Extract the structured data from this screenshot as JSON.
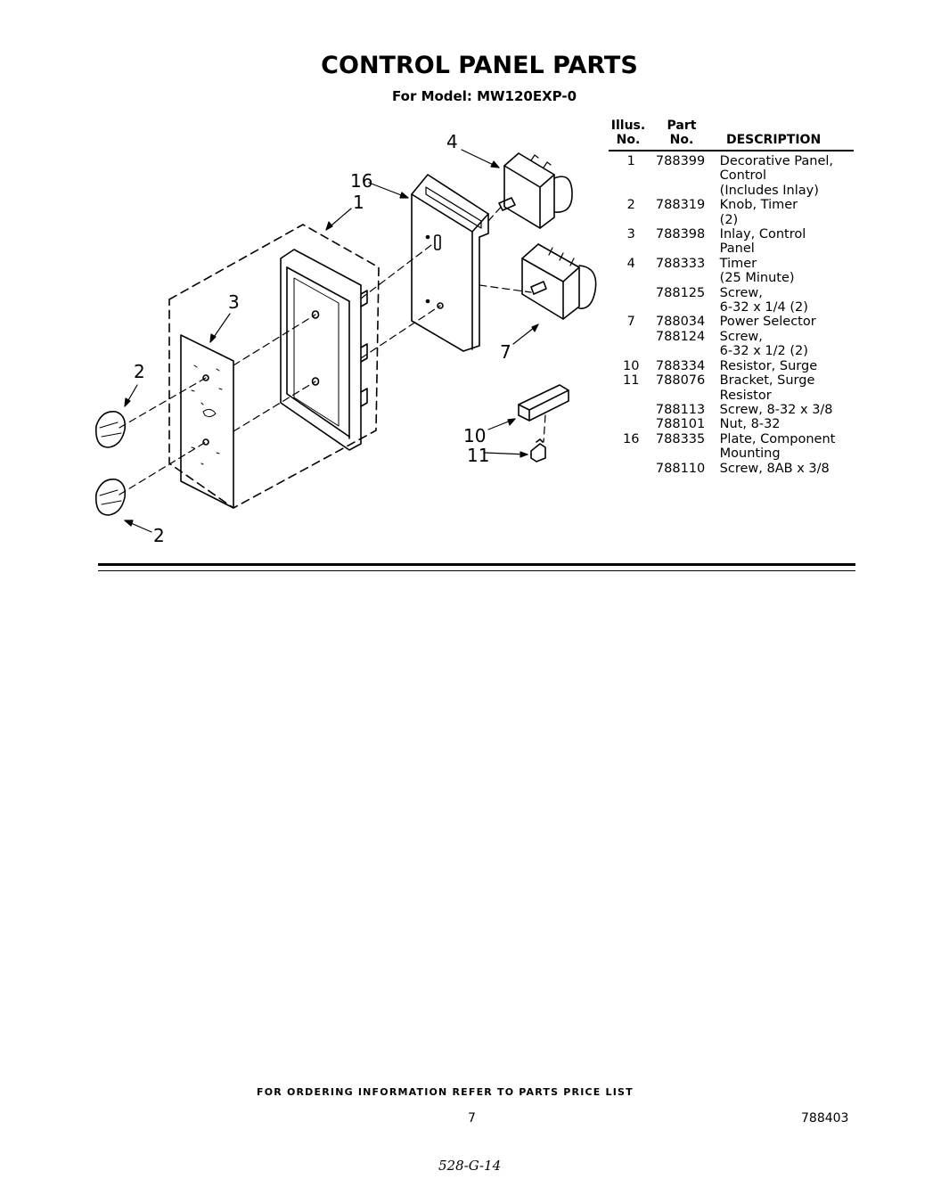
{
  "title": "CONTROL PANEL PARTS",
  "subtitle": "For Model: MW120EXP-0",
  "table": {
    "headers": {
      "illus_line1": "Illus.",
      "illus_line2": "No.",
      "part_line1": "Part",
      "part_line2": "No.",
      "description": "DESCRIPTION"
    },
    "rows": [
      {
        "illus": "1",
        "part": "788399",
        "desc": [
          "Decorative Panel,",
          "Control",
          "(Includes Inlay)"
        ]
      },
      {
        "illus": "2",
        "part": "788319",
        "desc": [
          "Knob, Timer",
          "(2)"
        ]
      },
      {
        "illus": "3",
        "part": "788398",
        "desc": [
          "Inlay, Control",
          "Panel"
        ]
      },
      {
        "illus": "4",
        "part": "788333",
        "desc": [
          "Timer",
          "(25 Minute)"
        ]
      },
      {
        "illus": "",
        "part": "788125",
        "desc": [
          "Screw,",
          "6-32 x 1/4 (2)"
        ]
      },
      {
        "illus": "7",
        "part": "788034",
        "desc": [
          "Power Selector"
        ]
      },
      {
        "illus": "",
        "part": "788124",
        "desc": [
          "Screw,",
          "6-32 x 1/2 (2)"
        ]
      },
      {
        "illus": "10",
        "part": "788334",
        "desc": [
          "Resistor, Surge"
        ]
      },
      {
        "illus": "11",
        "part": "788076",
        "desc": [
          "Bracket, Surge",
          "Resistor"
        ]
      },
      {
        "illus": "",
        "part": "788113",
        "desc": [
          "Screw, 8-32 x 3/8"
        ]
      },
      {
        "illus": "",
        "part": "788101",
        "desc": [
          "Nut, 8-32"
        ]
      },
      {
        "illus": "16",
        "part": "788335",
        "desc": [
          "Plate, Component",
          "Mounting"
        ]
      },
      {
        "illus": "",
        "part": "788110",
        "desc": [
          "Screw, 8AB x 3/8"
        ]
      }
    ]
  },
  "callouts": {
    "c4": "4",
    "c16": "16",
    "c1": "1",
    "c3": "3",
    "c2a": "2",
    "c7": "7",
    "c10": "10",
    "c11": "11",
    "c2b": "2"
  },
  "footer": {
    "ordering_note": "FOR ORDERING INFORMATION REFER TO PARTS PRICE LIST",
    "page_number": "7",
    "document_number": "788403",
    "handwritten_note": "528-G-14"
  }
}
